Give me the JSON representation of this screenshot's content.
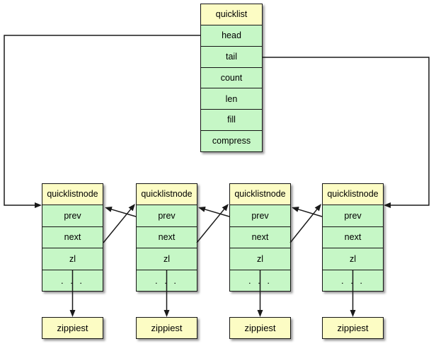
{
  "colors": {
    "background": "#ffffff",
    "header_fill": "#fcfcc4",
    "cell_fill": "#c6f7c6",
    "border": "#151515",
    "line": "#1a1a1a"
  },
  "quicklist": {
    "title": "quicklist",
    "fields": [
      "head",
      "tail",
      "count",
      "len",
      "fill",
      "compress"
    ]
  },
  "nodes": [
    {
      "title": "quicklistnode",
      "fields": [
        "prev",
        "next",
        "zl",
        ". . ."
      ]
    },
    {
      "title": "quicklistnode",
      "fields": [
        "prev",
        "next",
        "zl",
        ". . ."
      ]
    },
    {
      "title": "quicklistnode",
      "fields": [
        "prev",
        "next",
        "zl",
        ". . ."
      ]
    },
    {
      "title": "quicklistnode",
      "fields": [
        "prev",
        "next",
        "zl",
        ". . ."
      ]
    }
  ],
  "ziplists": [
    {
      "label": "zippiest"
    },
    {
      "label": "zippiest"
    },
    {
      "label": "zippiest"
    },
    {
      "label": "zippiest"
    }
  ]
}
